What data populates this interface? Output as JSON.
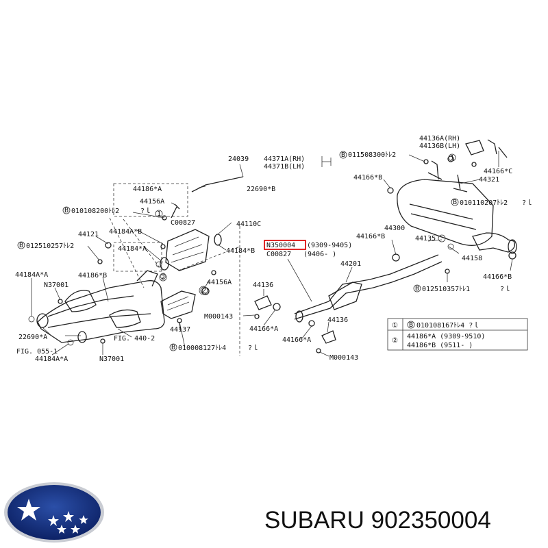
{
  "callouts": [
    {
      "id": "c24039",
      "text": "24039"
    },
    {
      "id": "c44371a",
      "text": "44371A(RH)"
    },
    {
      "id": "c44371b",
      "text": "44371B(LH)"
    },
    {
      "id": "cb0115",
      "text": "011508300ﾄﾚ2"
    },
    {
      "id": "c44136a",
      "text": "44136A(RH)"
    },
    {
      "id": "c44136b",
      "text": "44136B(LH)"
    },
    {
      "id": "c44186a_t",
      "text": "44186*A"
    },
    {
      "id": "c22690b",
      "text": "22690*B"
    },
    {
      "id": "c44156a_t",
      "text": "44156A"
    },
    {
      "id": "cb0101082",
      "text": "010108200ﾄﾚ2"
    },
    {
      "id": "c1a",
      "text": "?ｌ"
    },
    {
      "id": "c00827a",
      "text": "C00827"
    },
    {
      "id": "c44110c",
      "text": "44110C"
    },
    {
      "id": "c44166b1",
      "text": "44166*B"
    },
    {
      "id": "c44321",
      "text": "44321"
    },
    {
      "id": "c44166c",
      "text": "44166*C"
    },
    {
      "id": "cb0101102",
      "text": "010110207ﾄﾚ2"
    },
    {
      "id": "c1b",
      "text": "?ｌ"
    },
    {
      "id": "c44121",
      "text": "44121"
    },
    {
      "id": "c44184ab_t",
      "text": "44184A*B"
    },
    {
      "id": "cb0125102",
      "text": "012510257ﾄﾚ2"
    },
    {
      "id": "c44184a_m",
      "text": "44184*A"
    },
    {
      "id": "c44184b_m",
      "text": "44184*B"
    },
    {
      "id": "cn350004",
      "text": "N350004"
    },
    {
      "id": "cr9309",
      "text": "(9309-9405)"
    },
    {
      "id": "c00827b",
      "text": "C00827"
    },
    {
      "id": "cr9406",
      "text": "(9406-  )"
    },
    {
      "id": "c44300",
      "text": "44300"
    },
    {
      "id": "c44166b2",
      "text": "44166*B"
    },
    {
      "id": "c44135",
      "text": "44135"
    },
    {
      "id": "c44184aa",
      "text": "44184A*A"
    },
    {
      "id": "cn37001a",
      "text": "N37001"
    },
    {
      "id": "c44186b",
      "text": "44186*B"
    },
    {
      "id": "c44156a_m",
      "text": "44156A"
    },
    {
      "id": "c44136_m",
      "text": "44136"
    },
    {
      "id": "c44201",
      "text": "44201"
    },
    {
      "id": "c44158",
      "text": "44158"
    },
    {
      "id": "c44166b3",
      "text": "44166*B"
    },
    {
      "id": "cb0125103",
      "text": "012510357ﾄﾚ1"
    },
    {
      "id": "c1c",
      "text": "?ｌ"
    },
    {
      "id": "cm000143a",
      "text": "M000143"
    },
    {
      "id": "c44137",
      "text": "44137"
    },
    {
      "id": "c44166a1",
      "text": "44166*A"
    },
    {
      "id": "c44166a2",
      "text": "44166*A"
    },
    {
      "id": "c44136_b",
      "text": "44136"
    },
    {
      "id": "c22690a",
      "text": "22690*A"
    },
    {
      "id": "cfig440",
      "text": "FIG. 440-2"
    },
    {
      "id": "cfig055",
      "text": "FIG. 055-1"
    },
    {
      "id": "c44184aa2",
      "text": "44184A*A"
    },
    {
      "id": "cn37001b",
      "text": "N37001"
    },
    {
      "id": "cb0100081",
      "text": "010008127ﾄﾚ4"
    },
    {
      "id": "c1d",
      "text": "?ｌ"
    },
    {
      "id": "cm000143b",
      "text": "M000143"
    }
  ],
  "legend": {
    "row1_num": "①",
    "row1_text": "010108167ﾄﾚ4   ?ｌ",
    "row2_num": "②",
    "row2_line1": "44186*A (9309-9510)",
    "row2_line2": "44186*B (9511-     )"
  },
  "brand": {
    "name": "SUBARU",
    "part_number": "902350004",
    "logo": "subaru-pleiades-logo"
  }
}
